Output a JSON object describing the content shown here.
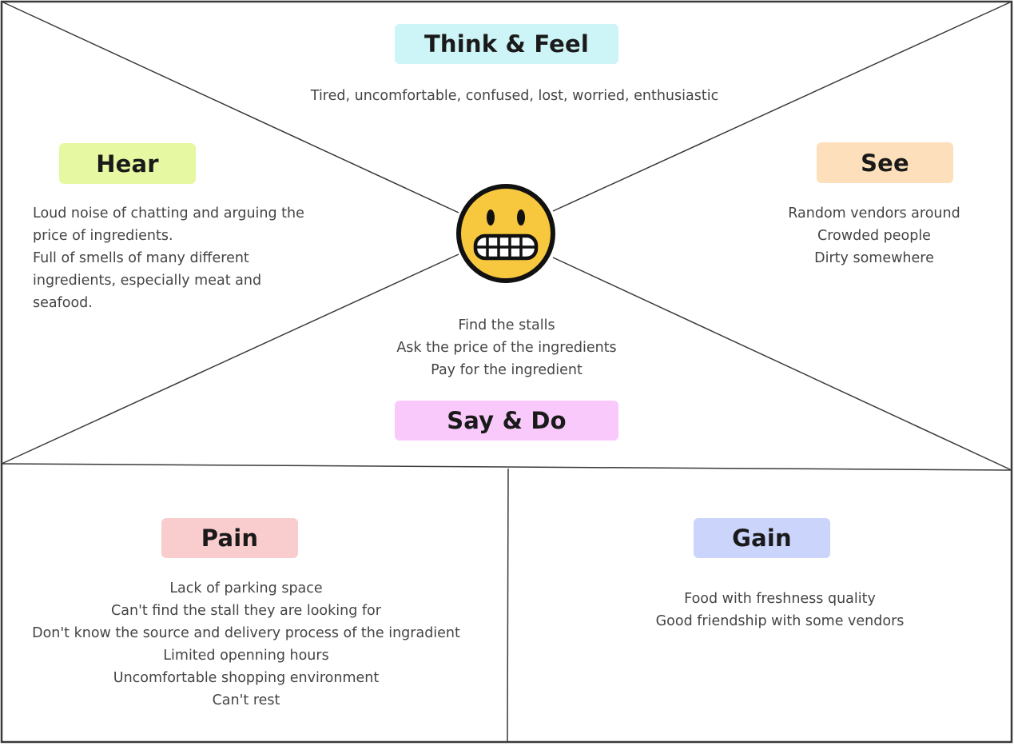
{
  "sections": {
    "think_feel": {
      "title": "Think & Feel",
      "color": "#cdf4f6",
      "lines": [
        "Tired, uncomfortable, confused, lost, worried, enthusiastic"
      ]
    },
    "hear": {
      "title": "Hear",
      "color": "#e6f8a2",
      "lines": [
        "Loud noise of chatting and arguing the",
        "price of ingredients.",
        "Full of smells of many different",
        "ingredients, especially meat and",
        "seafood."
      ]
    },
    "see": {
      "title": "See",
      "color": "#fde0bb",
      "lines": [
        "Random vendors around",
        "Crowded people",
        "Dirty somewhere"
      ]
    },
    "say_do": {
      "title": "Say & Do",
      "color": "#f9c9fc",
      "lines": [
        "Find the stalls",
        "Ask the price of the ingredients",
        "Pay for the ingredient"
      ]
    },
    "pain": {
      "title": "Pain",
      "color": "#f9cdcd",
      "lines": [
        "Lack of parking space",
        "Can't find the stall they are looking for",
        "Don't know the source and delivery process of the ingradient",
        "Limited openning hours",
        "Uncomfortable shopping environment",
        "Can't rest"
      ]
    },
    "gain": {
      "title": "Gain",
      "color": "#cbd5fc",
      "lines": [
        "Food with freshness quality",
        "Good friendship with some vendors"
      ]
    }
  },
  "center_icon": "grimacing-face-icon"
}
